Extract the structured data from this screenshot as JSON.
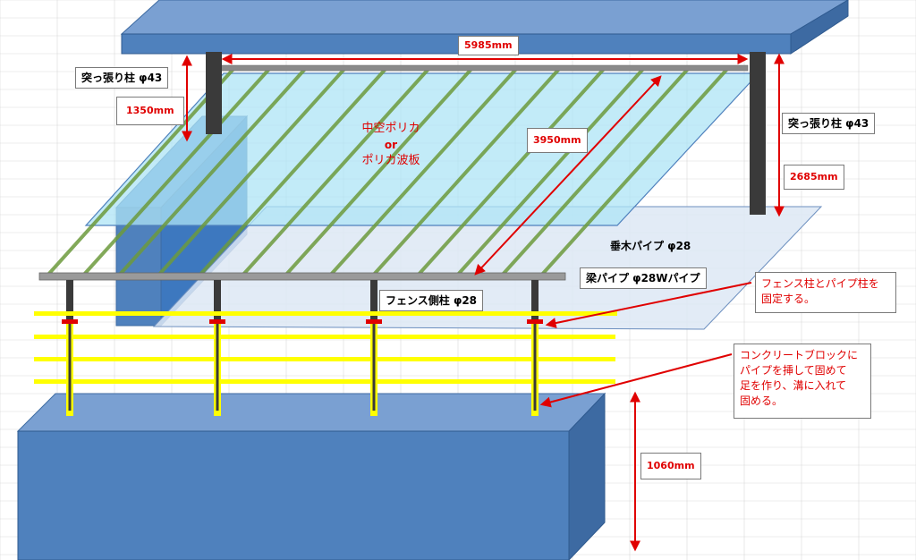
{
  "colors": {
    "block": "#4f81bd",
    "block_side": "#3d6aa2",
    "block_top": "#7aa0d2",
    "roof_panel": "#aee4f5",
    "floor_panel": "#dde8f4",
    "rafter": "#6c9a3c",
    "post": "#3a3a3a",
    "pipe": "#8a8a8a",
    "fence_rail": "#ffff00",
    "arrow": "#e00000"
  },
  "labels": {
    "post_left": "突っ張り柱 φ43",
    "post_right": "突っ張り柱 φ43",
    "rafter_pipe": "垂木パイプ φ28",
    "beam_pipe": "梁パイプ φ28Wパイプ",
    "fence_post": "フェンス側柱 φ28"
  },
  "roof_material": {
    "line1": "中空ポリカ",
    "line2": "or",
    "line3": "ポリカ波板"
  },
  "dimensions": {
    "width": "5985mm",
    "depth": "3950mm",
    "post_left_height": "1350mm",
    "post_right_height": "2685mm",
    "wall_height": "1060mm"
  },
  "notes": {
    "fix": [
      "フェンス柱とパイプ柱を",
      "固定する。"
    ],
    "foot": [
      "コンクリートブロックに",
      "パイプを挿して固めて",
      "足を作り、溝に入れて",
      "固める。"
    ]
  }
}
